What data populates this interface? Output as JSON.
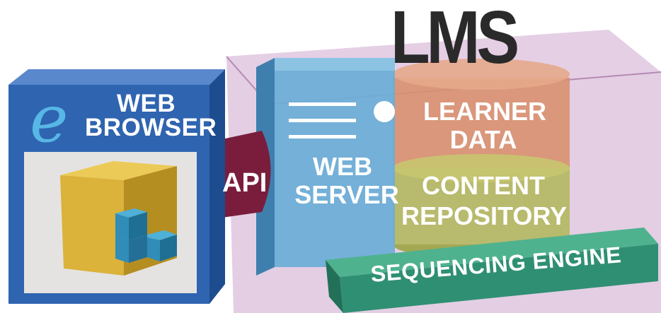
{
  "lms": {
    "title": "LMS"
  },
  "browser": {
    "line1": "WEB",
    "line2": "BROWSER",
    "logo": "e"
  },
  "api": {
    "label": "API"
  },
  "web_server": {
    "line1": "WEB",
    "line2": "SERVER"
  },
  "database": {
    "learner_line1": "LEARNER",
    "learner_line2": "DATA",
    "content_line1": "CONTENT",
    "content_line2": "REPOSITORY"
  },
  "sequencing": {
    "label": "SEQUENCING ENGINE"
  },
  "colors": {
    "lms_box": "#c9a6c9",
    "browser_blue": "#2f64b0",
    "api_red": "#7a1d3c",
    "server_blue": "#6aaed7",
    "learner_orange": "#d8906c",
    "content_green": "#b3b85f",
    "sequencing_green": "#2f8f73",
    "cube_gold": "#dbb23a",
    "cube_teal": "#2f8db8"
  }
}
